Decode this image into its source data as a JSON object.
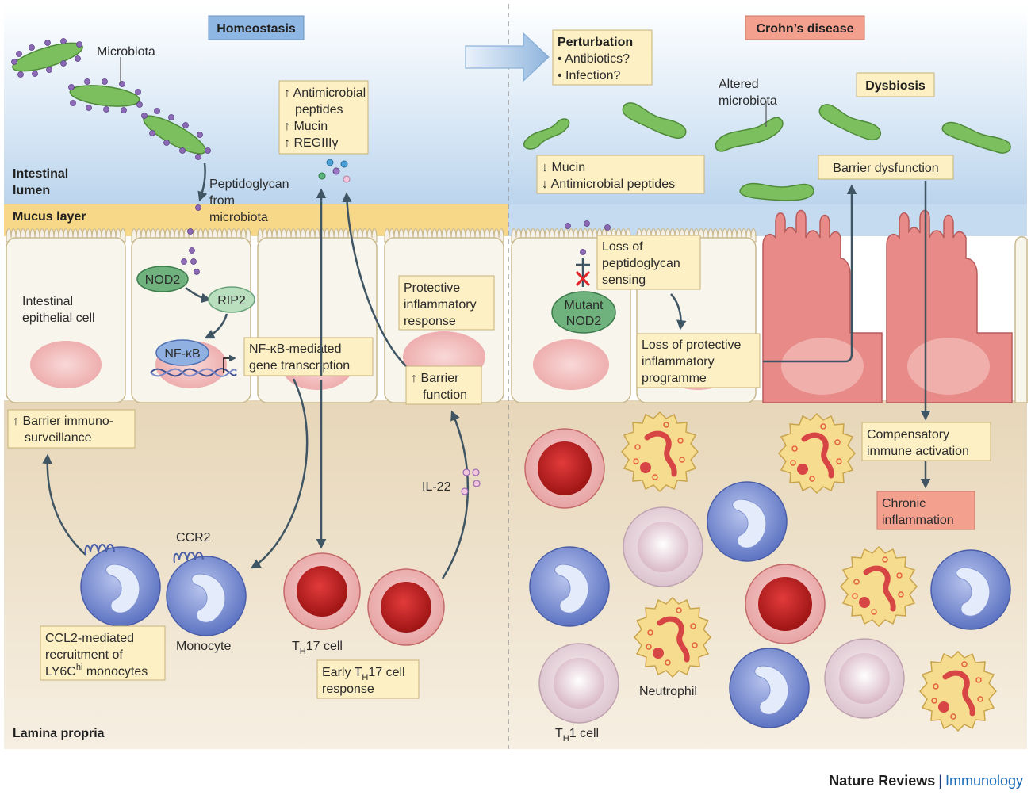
{
  "panels": {
    "left_title": "Homeostasis",
    "right_title": "Crohn’s disease"
  },
  "regions": {
    "lumen": [
      "Intestinal",
      "lumen"
    ],
    "mucus": "Mucus layer",
    "lamina": "Lamina propria"
  },
  "left": {
    "microbiota": "Microbiota",
    "peptidoglycan": [
      "Peptidoglycan",
      "from",
      "microbiota"
    ],
    "epithelial_cell": [
      "Intestinal",
      "epithelial cell"
    ],
    "nod2": "NOD2",
    "rip2": "RIP2",
    "nfkb": "NF-κB",
    "nfkb_box": [
      "NF-κB-mediated",
      "gene transcription"
    ],
    "antimicrobial_box": [
      "↑ Antimicrobial",
      "peptides",
      "↑ Mucin",
      "↑ REGIIIγ"
    ],
    "protective_box": [
      "Protective",
      "inflammatory",
      "response"
    ],
    "barrier_function_box": [
      "↑ Barrier",
      "function"
    ],
    "immunosurveillance_box": [
      "↑ Barrier immuno-",
      "surveillance"
    ],
    "il22": "IL-22",
    "ccr2": "CCR2",
    "monocyte": "Monocyte",
    "ccl2_box": [
      "CCL2-mediated",
      "recruitment of"
    ],
    "ly6c_main": "LY6C",
    "ly6c_sup": "hi",
    "ly6c_tail": " monocytes",
    "th17_main": "T",
    "th17_sub": "H",
    "th17_tail": "17 cell",
    "early_main": "Early T",
    "early_sub": "H",
    "early_tail": "17 cell",
    "early_line2": "response"
  },
  "right": {
    "perturbation_title": "Perturbation",
    "perturbation_items": [
      "• Antibiotics?",
      "• Infection?"
    ],
    "altered": [
      "Altered",
      "microbiota"
    ],
    "dysbiosis": "Dysbiosis",
    "mucin_box": [
      "↓ Mucin",
      "↓ Antimicrobial peptides"
    ],
    "barrier_dysfunction": "Barrier dysfunction",
    "loss_sensing_box": [
      "Loss of",
      "peptidoglycan",
      "sensing"
    ],
    "mutant_nod2": [
      "Mutant",
      "NOD2"
    ],
    "loss_programme_box": [
      "Loss of protective",
      "inflammatory",
      "programme"
    ],
    "compensatory_box": [
      "Compensatory",
      "immune activation"
    ],
    "chronic_box": [
      "Chronic",
      "inflammation"
    ],
    "neutrophil": "Neutrophil",
    "th1_main": "T",
    "th1_sub": "H",
    "th1_tail": "1 cell"
  },
  "credit": {
    "publisher": "Nature Reviews",
    "separator": "|",
    "journal": "Immunology"
  }
}
